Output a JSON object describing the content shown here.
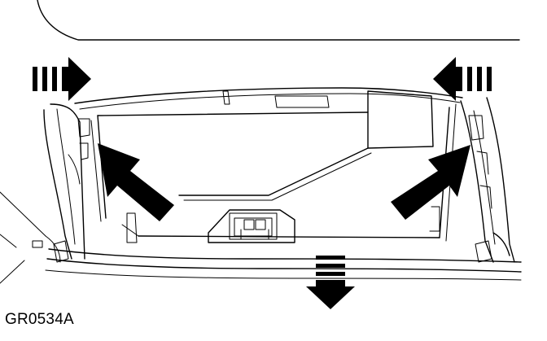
{
  "figure": {
    "id_label": "GR0534A",
    "subject": "glove-box-removal"
  },
  "arrows": {
    "push_inward": [
      {
        "name": "push-inward-left-arrow",
        "direction": "right",
        "style": "dashed"
      },
      {
        "name": "push-inward-right-arrow",
        "direction": "left",
        "style": "dashed"
      }
    ],
    "release_tabs": [
      {
        "name": "release-tab-left-arrow",
        "direction": "up-left",
        "style": "solid"
      },
      {
        "name": "release-tab-right-arrow",
        "direction": "up-right",
        "style": "solid"
      }
    ],
    "pull_out": {
      "name": "pull-down-arrow",
      "direction": "down",
      "style": "dashed"
    }
  },
  "colors": {
    "line": "#000000",
    "background": "#ffffff"
  }
}
